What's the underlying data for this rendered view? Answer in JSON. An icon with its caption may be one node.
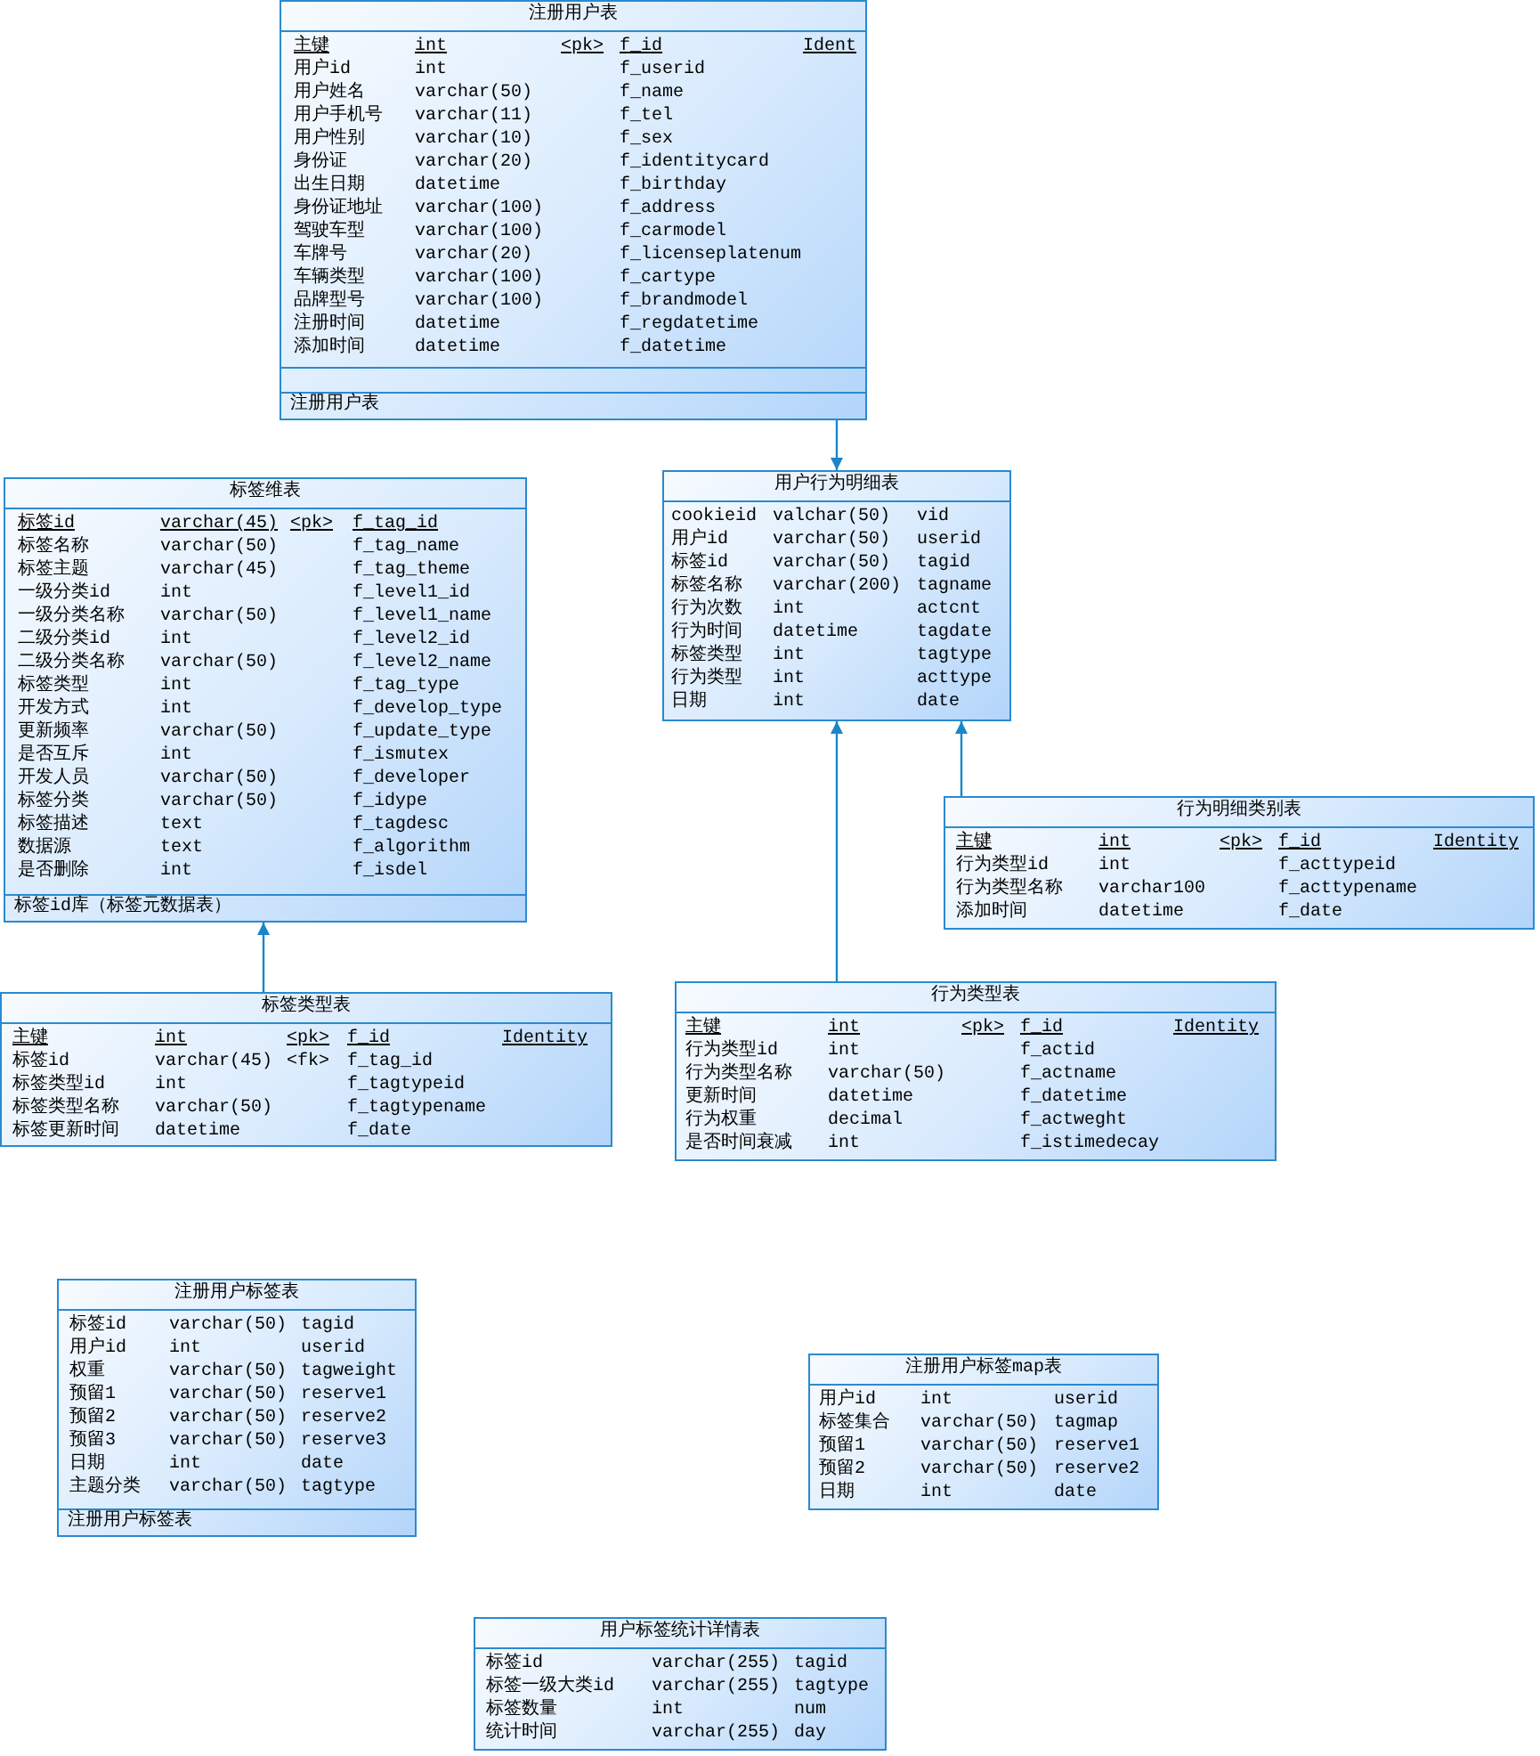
{
  "diagram": {
    "nodes": [
      {
        "text": [
          "注册用户表",
          "主键",
          "int",
          "<pk>",
          "f_id",
          "Ident",
          "用户id",
          "int",
          "f_userid",
          "用户姓名",
          "varchar(50)",
          "f_name",
          "用户手机号",
          "varchar(11)",
          "f_tel",
          "用户性别",
          "varchar(10)",
          "f_sex",
          "身份证",
          "varchar(20)",
          "f_identitycard",
          "出生日期",
          "datetime",
          "f_birthday",
          "身份证地址",
          "varchar(100)",
          "f_address",
          "驾驶车型",
          "varchar(100)",
          "f_carmodel",
          "车牌号",
          "varchar(20)",
          "f_licenseplatenum",
          "车辆类型",
          "varchar(100)",
          "f_cartype",
          "品牌型号",
          "varchar(100)",
          "f_brandmodel",
          "注册时间",
          "datetime",
          "f_regdatetime",
          "添加时间",
          "datetime",
          "f_datetime",
          "注册用户表"
        ]
      },
      {
        "text": [
          "标签维表",
          "标签id",
          "varchar(45)",
          "<pk>",
          "f_tag_id",
          "标签名称",
          "varchar(50)",
          "f_tag_name",
          "标签主题",
          "varchar(45)",
          "f_tag_theme",
          "一级分类id",
          "int",
          "f_level1_id",
          "一级分类名称",
          "varchar(50)",
          "f_level1_name",
          "二级分类id",
          "int",
          "f_level2_id",
          "二级分类名称",
          "varchar(50)",
          "f_level2_name",
          "标签类型",
          "int",
          "f_tag_type",
          "开发方式",
          "int",
          "f_develop_type",
          "更新频率",
          "varchar(50)",
          "f_update_type",
          "是否互斥",
          "int",
          "f_ismutex",
          "开发人员",
          "varchar(50)",
          "f_developer",
          "标签分类",
          "varchar(50)",
          "f_idype",
          "标签描述",
          "text",
          "f_tagdesc",
          "数据源",
          "text",
          "f_algorithm",
          "是否删除",
          "int",
          "f_isdel",
          "标签id库（标签元数据表）"
        ]
      },
      {
        "text": [
          "用户行为明细表",
          "cookieid",
          "valchar(50)",
          "vid",
          "用户id",
          "varchar(50)",
          "userid",
          "标签id",
          "varchar(50)",
          "tagid",
          "标签名称",
          "varchar(200)",
          "tagname",
          "行为次数",
          "int",
          "actcnt",
          "行为时间",
          "datetime",
          "tagdate",
          "标签类型",
          "int",
          "tagtype",
          "行为类型",
          "int",
          "acttype",
          "日期",
          "int",
          "date"
        ]
      },
      {
        "text": [
          "行为明细类别表",
          "主键",
          "int",
          "<pk>",
          "f_id",
          "Identity",
          "行为类型id",
          "int",
          "f_acttypeid",
          "行为类型名称",
          "varchar100",
          "f_acttypename",
          "添加时间",
          "datetime",
          "f_date"
        ]
      },
      {
        "text": [
          "标签类型表",
          "主键",
          "int",
          "<pk>",
          "f_id",
          "Identity",
          "标签id",
          "varchar(45)",
          "<fk>",
          "f_tag_id",
          "标签类型id",
          "int",
          "f_tagtypeid",
          "标签类型名称",
          "varchar(50)",
          "f_tagtypename",
          "标签更新时间",
          "datetime",
          "f_date"
        ]
      },
      {
        "text": [
          "行为类型表",
          "主键",
          "int",
          "<pk>",
          "f_id",
          "Identity",
          "行为类型id",
          "int",
          "f_actid",
          "行为类型名称",
          "varchar(50)",
          "f_actname",
          "更新时间",
          "datetime",
          "f_datetime",
          "行为权重",
          "decimal",
          "f_actweght",
          "是否时间衰减",
          "int",
          "f_istimedecay"
        ]
      },
      {
        "text": [
          "注册用户标签表",
          "标签id",
          "varchar(50)",
          "tagid",
          "用户id",
          "int",
          "userid",
          "权重",
          "varchar(50)",
          "tagweight",
          "预留1",
          "varchar(50)",
          "reserve1",
          "预留2",
          "varchar(50)",
          "reserve2",
          "预留3",
          "varchar(50)",
          "reserve3",
          "日期",
          "int",
          "date",
          "主题分类",
          "varchar(50)",
          "tagtype",
          "注册用户标签表"
        ]
      },
      {
        "text": [
          "注册用户标签map表",
          "用户id",
          "int",
          "userid",
          "标签集合",
          "varchar(50)",
          "tagmap",
          "预留1",
          "varchar(50)",
          "reserve1",
          "预留2",
          "varchar(50)",
          "reserve2",
          "日期",
          "int",
          "date"
        ]
      },
      {
        "text": [
          "用户标签统计详情表",
          "标签id",
          "varchar(255)",
          "tagid",
          "标签一级大类id",
          "varchar(255)",
          "tagtype",
          "标签数量",
          "int",
          "num",
          "统计时间",
          "varchar(255)",
          "day"
        ]
      }
    ],
    "edges": [
      {
        "from": 0,
        "to": 2,
        "arrow": "to"
      },
      {
        "from": 4,
        "to": 1,
        "arrow": "to"
      },
      {
        "from": 5,
        "to": 2,
        "arrow": "to"
      },
      {
        "from": 3,
        "to": 2,
        "arrow": "to"
      }
    ]
  }
}
